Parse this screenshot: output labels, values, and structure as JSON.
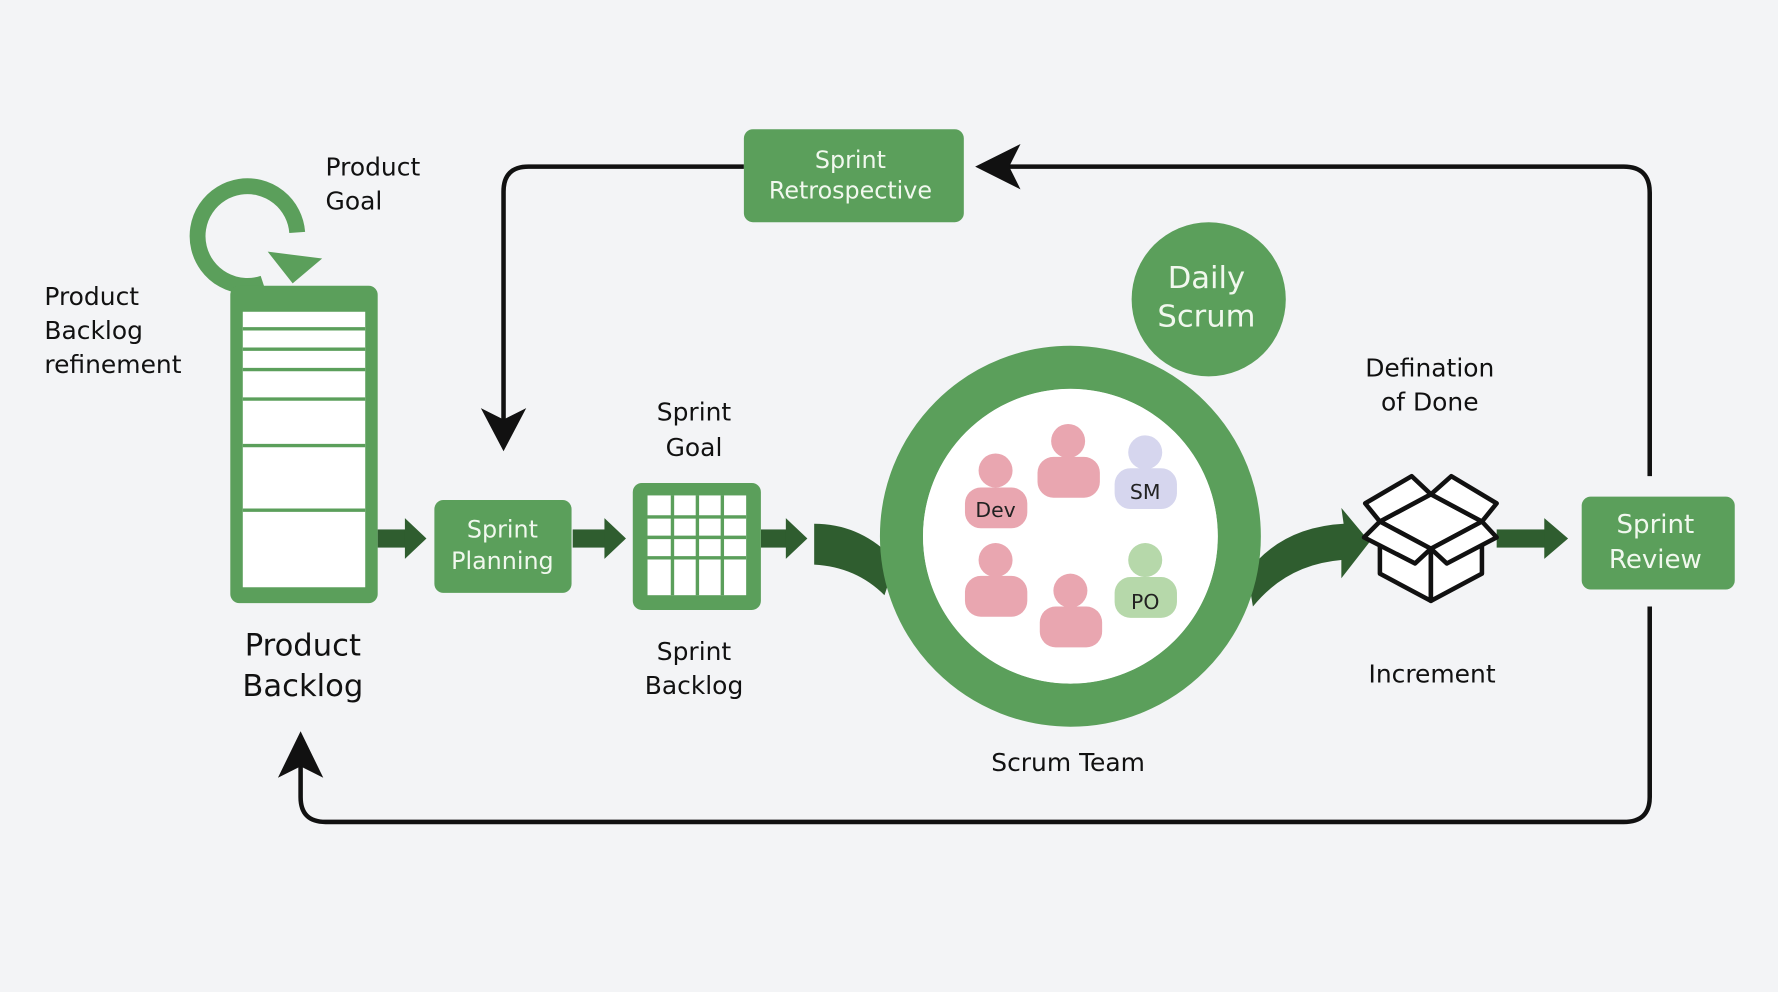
{
  "colors": {
    "background": "#f3f4f6",
    "green": "#5b9f5b",
    "dark_green": "#2f5d2f",
    "pink": "#e9a6b0",
    "lavender": "#d6d6ee",
    "light_green": "#b6d8aa",
    "line": "#111111"
  },
  "labels": {
    "product_goal": [
      "Product",
      "Goal"
    ],
    "refinement": [
      "Product",
      "Backlog",
      "refinement"
    ],
    "product_backlog": [
      "Product",
      "Backlog"
    ],
    "sprint_planning": [
      "Sprint",
      "Planning"
    ],
    "sprint_goal": [
      "Sprint",
      "Goal"
    ],
    "sprint_backlog": [
      "Sprint",
      "Backlog"
    ],
    "sprint_retrospective": [
      "Sprint",
      "Retrospective"
    ],
    "daily_scrum": [
      "Daily",
      "Scrum"
    ],
    "scrum_team": "Scrum Team",
    "definition_of_done": [
      "Defination",
      "of Done"
    ],
    "increment": "Increment",
    "sprint_review": [
      "Sprint",
      "Review"
    ],
    "roles": {
      "dev": "Dev",
      "sm": "SM",
      "po": "PO"
    }
  },
  "icons": [
    "cycle-arrow-icon",
    "backlog-list-icon",
    "grid-icon",
    "person-icon",
    "open-box-icon"
  ]
}
